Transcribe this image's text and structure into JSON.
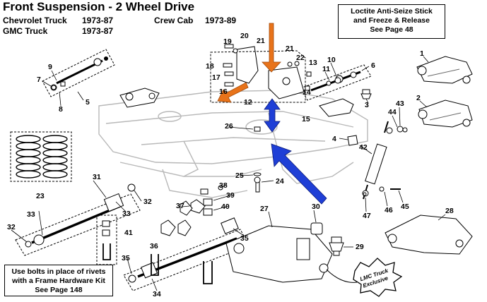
{
  "header": {
    "title": "Front Suspension - 2 Wheel Drive",
    "line1_left": "Chevrolet Truck",
    "line1_years": "1973-87",
    "line1_right": "Crew Cab",
    "line1_right_years": "1973-89",
    "line2_left": "GMC Truck",
    "line2_years": "1973-87"
  },
  "note_top": {
    "line1": "Loctite Anti-Seize Stick",
    "line2": "and Freeze & Release",
    "line3": "See Page 48"
  },
  "note_bottom": {
    "line1": "Use bolts in place of rivets",
    "line2": "with a Frame Hardware Kit",
    "line3": "See Page 148"
  },
  "badge": {
    "line1": "LMC Truck",
    "line2": "Exclusive"
  },
  "callouts": [
    "1",
    "2",
    "3",
    "4",
    "5",
    "6",
    "7",
    "8",
    "9",
    "10",
    "11",
    "12",
    "13",
    "14",
    "15",
    "16",
    "17",
    "18",
    "19",
    "20",
    "21",
    "21",
    "22",
    "23",
    "24",
    "25",
    "26",
    "27",
    "28",
    "29",
    "30",
    "31",
    "32",
    "32",
    "33",
    "33",
    "34",
    "35",
    "35",
    "36",
    "37",
    "38",
    "39",
    "40",
    "41",
    "42",
    "43",
    "44",
    "45",
    "46",
    "47"
  ],
  "colors": {
    "arrow_orange": "#e8731a",
    "arrow_blue": "#1f3fd6"
  }
}
